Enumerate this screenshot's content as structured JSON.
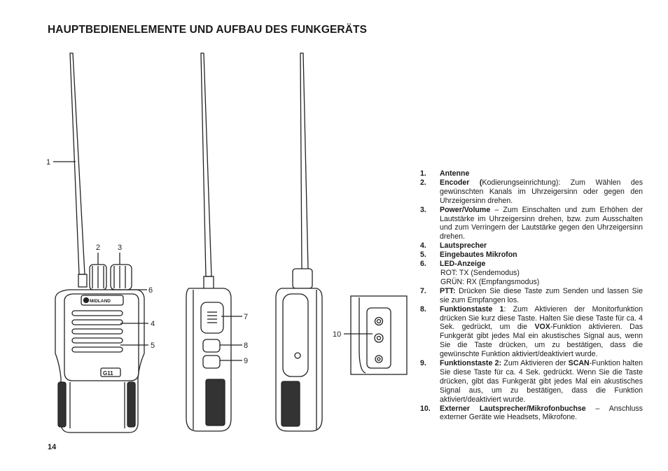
{
  "page": {
    "title": "HAUPTBEDIENELEMENTE UND AUFBAU DES FUNKGERÄTS",
    "page_number": "14"
  },
  "figure": {
    "brand": "MIDLAND",
    "model": "G11",
    "callouts": [
      "1",
      "2",
      "3",
      "4",
      "5",
      "6",
      "7",
      "8",
      "9",
      "10"
    ]
  },
  "items": [
    {
      "num": "1.",
      "label": "Antenne",
      "text": ""
    },
    {
      "num": "2.",
      "label": "Encoder (",
      "text": "Kodierungseinrichtung): Zum Wählen des gewünschten Kanals im Uhrzeigersinn oder gegen den Uhrzeigersinn drehen."
    },
    {
      "num": "3.",
      "label": "Power/Volume",
      "text": " – Zum Einschalten und zum Erhöhen der Lautstärke im Uhrzeigersinn drehen, bzw. zum Ausschalten und zum Verringern der Lautstärke gegen den Uhrzeigersinn drehen."
    },
    {
      "num": "4.",
      "label": "Lautsprecher",
      "text": ""
    },
    {
      "num": "5.",
      "label": "Eingebautes Mikrofon",
      "text": ""
    },
    {
      "num": "6.",
      "label": "LED-Anzeige",
      "text": "",
      "sub": [
        "ROT: TX (Sendemodus)",
        "GRÜN: RX (Empfangsmodus)"
      ]
    },
    {
      "num": "7.",
      "label": "PTT:",
      "text": " Drücken Sie diese Taste zum Senden und lassen Sie sie zum Empfangen los."
    },
    {
      "num": "8.",
      "label": "Funktionstaste 1",
      "text_a": ": Zum Aktivieren der Monitorfunktion drücken Sie kurz diese Taste. Halten Sie diese Taste für ca. 4 Sek. gedrückt, um die ",
      "bold_mid": "VOX",
      "text_b": "-Funktion aktivieren. Das Funkgerät gibt jedes Mal ein akustisches Signal aus, wenn Sie die Taste drücken, um zu bestätigen, dass die gewünschte Funktion aktiviert/deaktiviert wurde."
    },
    {
      "num": "9.",
      "label": "Funktionstaste 2:",
      "text_a": " Zum Aktivieren der ",
      "bold_mid": "SCAN",
      "text_b": "-Funktion halten Sie diese Taste für ca. 4 Sek. gedrückt. Wenn Sie die Taste drücken, gibt das Funkgerät gibt jedes Mal ein akustisches Signal aus, um zu bestätigen, dass die Funktion aktiviert/deaktiviert wurde."
    },
    {
      "num": "10.",
      "label": "Externer Lautsprecher/Mikrofonbuchse",
      "text": " – Anschluss externer Geräte wie Headsets, Mikrofone."
    }
  ]
}
